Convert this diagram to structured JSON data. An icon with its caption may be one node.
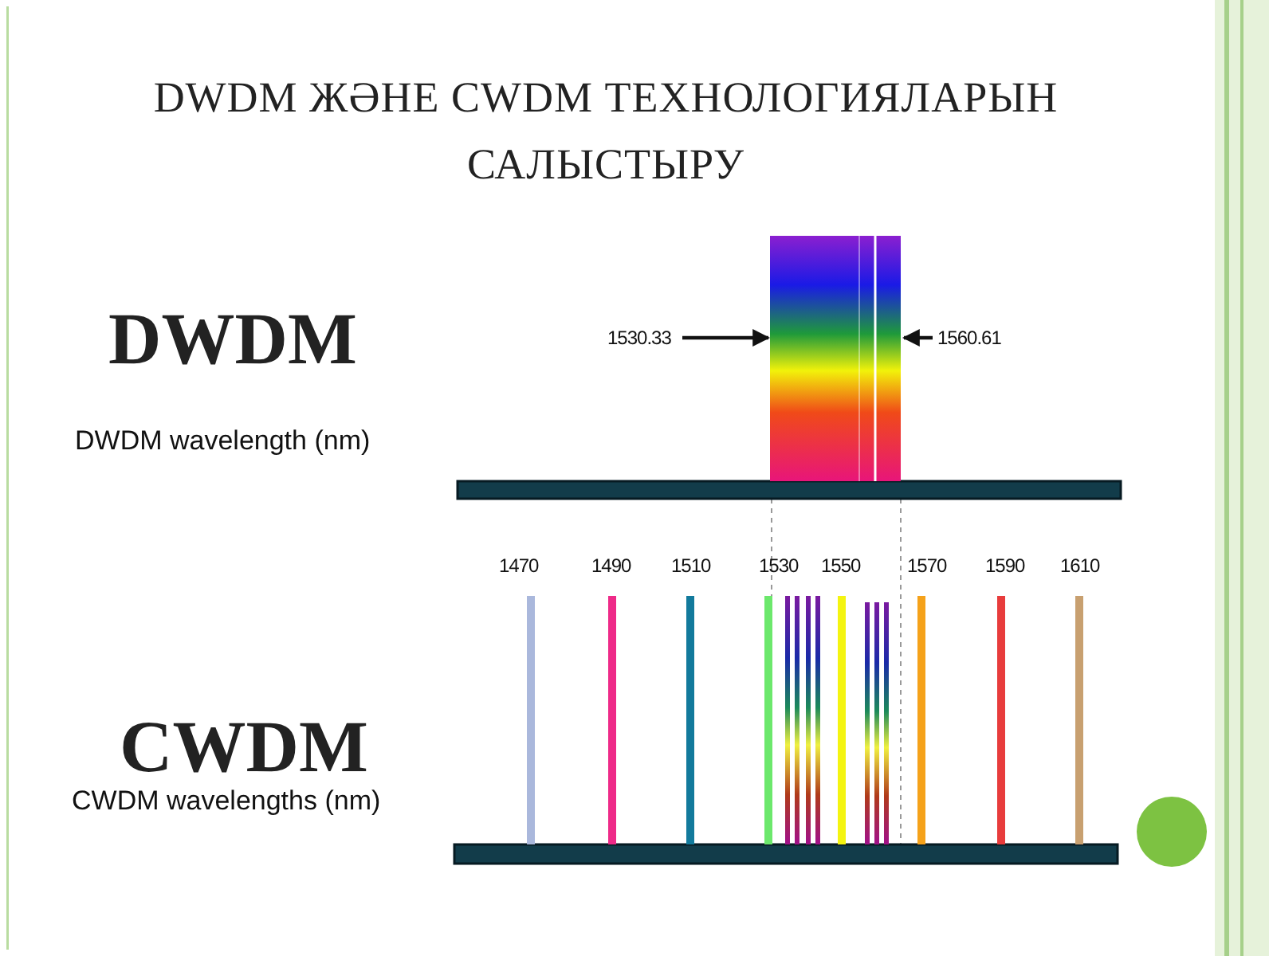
{
  "diagram": {
    "title": "DWDM ЖӘНЕ CWDM ТЕХНОЛОГИЯЛАРЫН САЛЫСТЫРУ",
    "nodes": [
      {
        "text": [
          "1530.33"
        ]
      },
      {
        "text": [
          "1560.61"
        ]
      },
      {
        "text": [],
        "shape": "bar"
      }
    ],
    "edges": [
      {
        "from": 0,
        "to": 2,
        "arrow": "to"
      },
      {
        "from": 1,
        "to": 2,
        "arrow": "to"
      }
    ],
    "labels": [
      "DWDM",
      "DWDM wavelength (nm)",
      "1470",
      "1490",
      "1510",
      "1530",
      "1550",
      "1570",
      "1590",
      "1610",
      "CWDM",
      "CWDM wavelengths (nm)"
    ]
  }
}
